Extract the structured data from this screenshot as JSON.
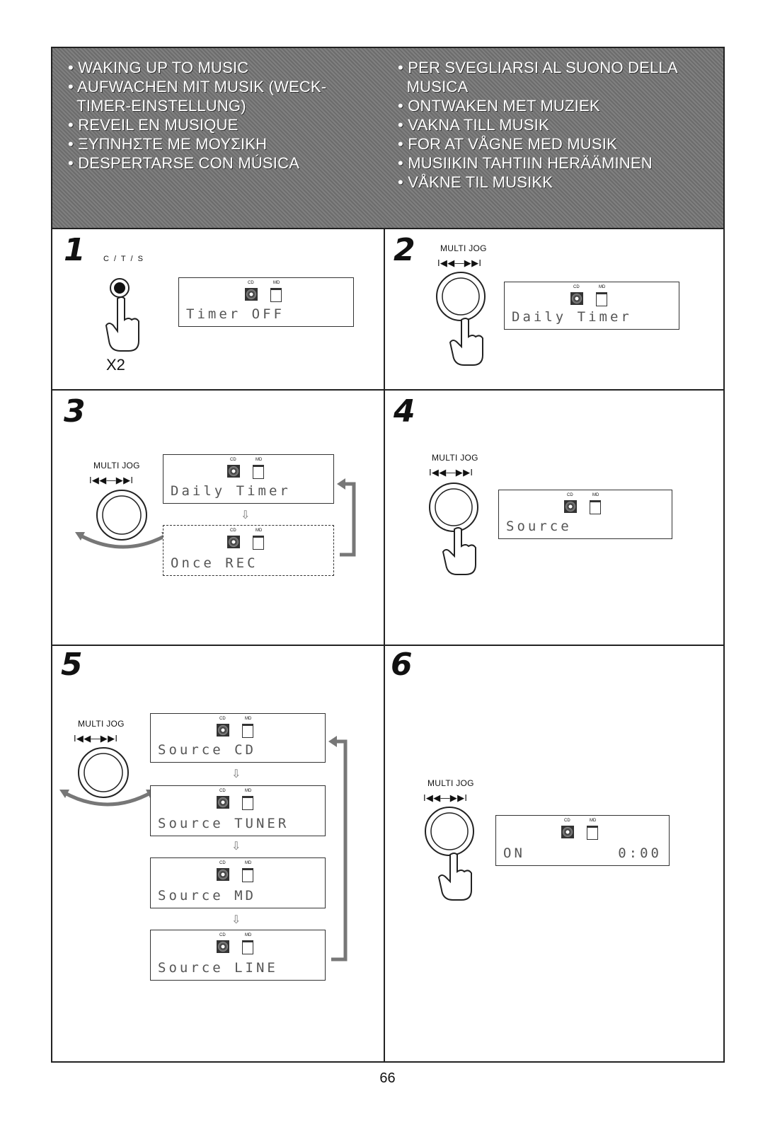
{
  "header": {
    "left_items": [
      "• WAKING UP TO MUSIC",
      "• AUFWACHEN MIT MUSIK (WECK-",
      "  TIMER-EINSTELLUNG)",
      "• REVEIL EN MUSIQUE",
      "• ΞΥΠΝΗΣΤΕ ΜΕ ΜΟΥΣΙΚΗ",
      "• DESPERTARSE CON MÚSICA"
    ],
    "right_items": [
      "• PER SVEGLIARSI AL SUONO DELLA",
      "  MUSICA",
      "• ONTWAKEN MET MUZIEK",
      "• VAKNA TILL MUSIK",
      "• FOR AT VÅGNE MED MUSIK",
      "• MUSIIKIN TAHTIIN HERÄÄMINEN",
      "• VÅKNE TIL MUSIKK"
    ]
  },
  "steps": [
    {
      "number": "1",
      "button_label": "C / T / S",
      "repeat": "X2",
      "display": "Timer OFF"
    },
    {
      "number": "2",
      "jog_label": "MULTI JOG",
      "jog_arrows": "I◀◀—▶▶I",
      "display": "Daily Timer"
    },
    {
      "number": "3",
      "jog_label": "MULTI JOG",
      "jog_arrows": "I◀◀—▶▶I",
      "displays": [
        "Daily Timer",
        "Once REC"
      ]
    },
    {
      "number": "4",
      "jog_label": "MULTI JOG",
      "jog_arrows": "I◀◀—▶▶I",
      "display": "Source"
    },
    {
      "number": "5",
      "jog_label": "MULTI JOG",
      "jog_arrows": "I◀◀—▶▶I",
      "displays": [
        "Source CD",
        "Source TUNER",
        "Source MD",
        "Source LINE"
      ]
    },
    {
      "number": "6",
      "jog_label": "MULTI JOG",
      "jog_arrows": "I◀◀—▶▶I",
      "display_left": "ON",
      "display_right": "0:00"
    }
  ],
  "lcd_icons": {
    "cd": "CD",
    "md": "MD"
  },
  "page_number": "66"
}
